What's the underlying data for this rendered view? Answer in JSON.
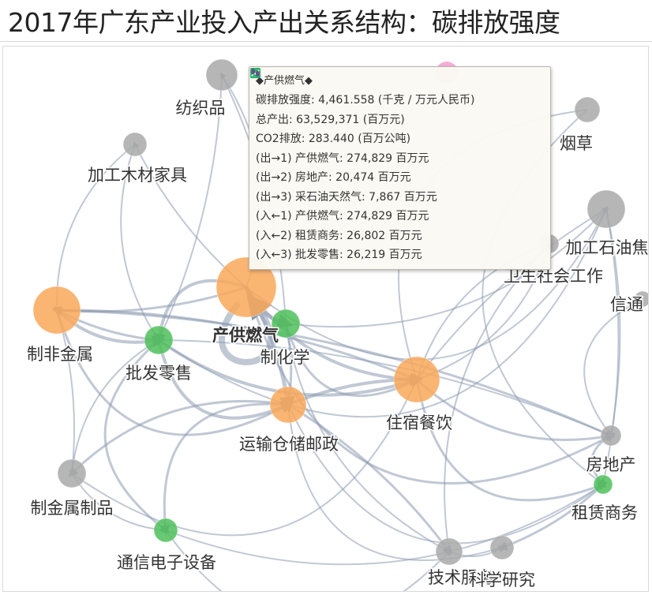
{
  "title": "2017年广东产业投入产出关系结构：碳排放强度",
  "colors": {
    "edge": "#8c9bb0",
    "node_gray": "#a9a9a9",
    "node_orange": "#f9a85a",
    "node_green": "#4fbf5a",
    "node_pink": "#f09ad0"
  },
  "nodes": [
    {
      "label": "纺织品",
      "color": "gray"
    },
    {
      "label": "加工木材家具",
      "color": "gray"
    },
    {
      "label": "烟草",
      "color": "gray"
    },
    {
      "label": "加工石油焦",
      "color": "gray"
    },
    {
      "label": "卫生社会工作",
      "color": "gray"
    },
    {
      "label": "信通",
      "color": "gray"
    },
    {
      "label": "制非金属",
      "color": "orange"
    },
    {
      "label": "产供燃气",
      "color": "orange"
    },
    {
      "label": "制化学",
      "color": "green"
    },
    {
      "label": "批发零售",
      "color": "green"
    },
    {
      "label": "住宿餐饮",
      "color": "orange"
    },
    {
      "label": "运输仓储邮政",
      "color": "orange"
    },
    {
      "label": "房地产",
      "color": "gray"
    },
    {
      "label": "制金属制品",
      "color": "gray"
    },
    {
      "label": "租赁商务",
      "color": "green"
    },
    {
      "label": "通信电子设备",
      "color": "green"
    },
    {
      "label": "技术服务",
      "color": "gray"
    },
    {
      "label": "科学研究",
      "color": "gray"
    }
  ],
  "tooltip": {
    "title": "◆产供燃气◆",
    "icons": [
      "test-tube-icon",
      "chart-icon",
      "footprint-icon"
    ],
    "rows": [
      "碳排放强度: 4,461.558 (千克 / 万元人民币)",
      "总产出: 63,529,371 (百万元)",
      "CO2排放: 283.440 (百万公吨)",
      "(出→1) 产供燃气: 274,829 百万元",
      "(出→2) 房地产: 20,474 百万元",
      "(出→3) 采石油天然气: 7,867 百万元",
      "(入←1) 产供燃气: 274,829 百万元",
      "(入←2) 租赁商务: 26,802 百万元",
      "(入←3) 批发零售: 26,219 百万元"
    ]
  }
}
